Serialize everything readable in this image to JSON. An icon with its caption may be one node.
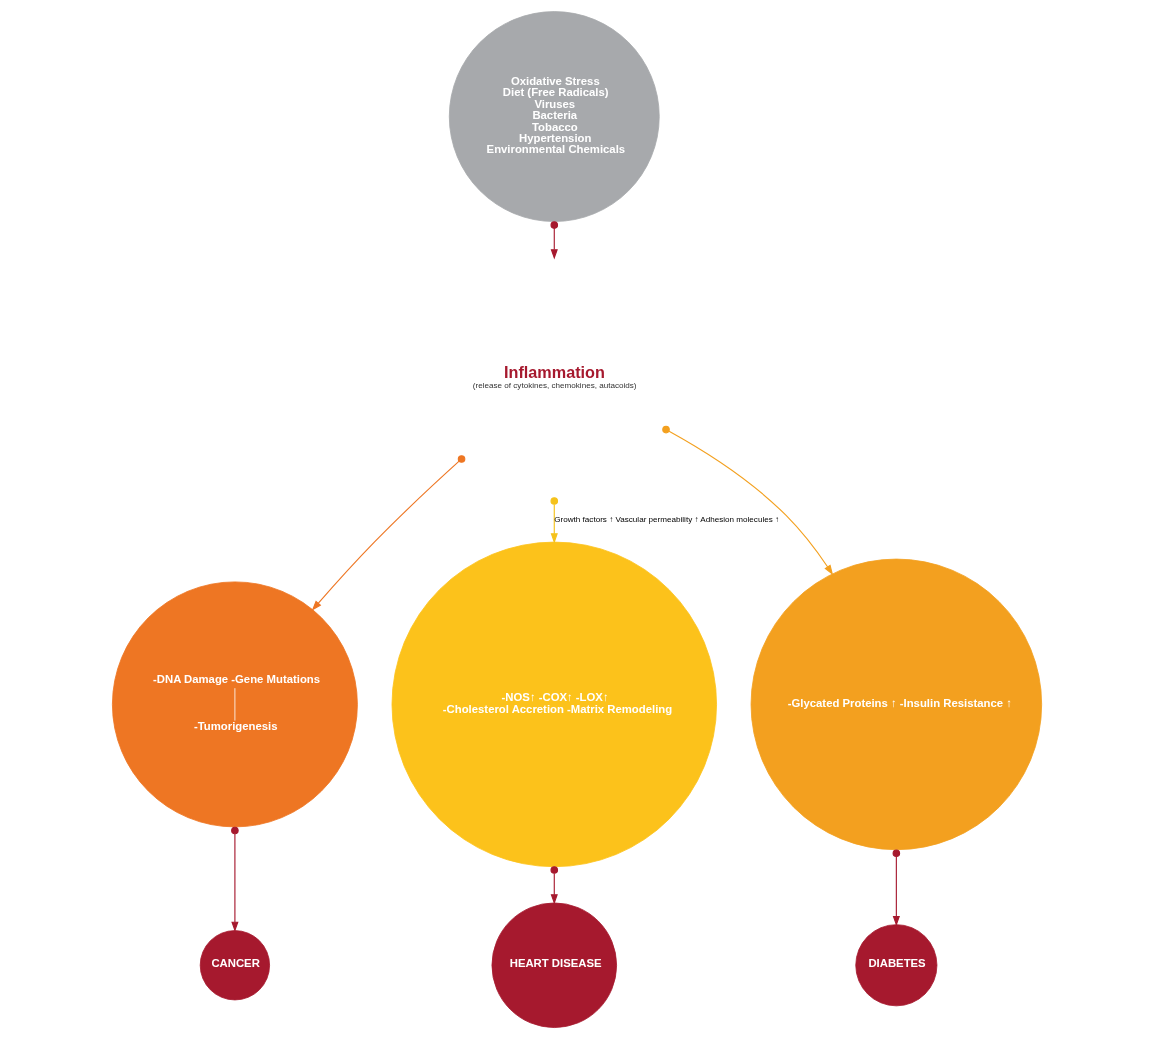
{
  "diagram": {
    "nodes": [
      {
        "text": [
          "Oxidative Stress",
          "Diet (Free Radicals)",
          "Viruses",
          "Bacteria",
          "Tobacco",
          "Hypertension",
          "Environmental Chemicals"
        ]
      },
      {
        "text": [
          "Inflammation",
          "(release of cytokines, chemokines, autacoids)"
        ]
      },
      {
        "text": [
          "-DNA Damage -Gene Mutations",
          "-Tumorigenesis"
        ]
      },
      {
        "text": [
          "-NOS↑ -COX↑ -LOX↑",
          "-Cholesterol Accretion -Matrix Remodeling"
        ]
      },
      {
        "text": [
          "-Glycated Proteins ↑ -Insulin Resistance ↑"
        ]
      },
      {
        "text": [
          "CANCER"
        ]
      },
      {
        "text": [
          "HEART DISEASE"
        ]
      },
      {
        "text": [
          "DIABETES"
        ]
      }
    ],
    "edges": [
      {
        "from": 0,
        "to": 1,
        "arrow": "to",
        "color": "#a6192e"
      },
      {
        "from": 1,
        "to": 2,
        "arrow": "to",
        "color": "#ee7623"
      },
      {
        "from": 1,
        "to": 3,
        "arrow": "to",
        "color": "#f5c21b",
        "label": "Growth factors ↑ Vascular permeability ↑ Adhesion molecules ↑"
      },
      {
        "from": 1,
        "to": 4,
        "arrow": "to",
        "color": "#f3a01f"
      },
      {
        "from": 2,
        "to": 5,
        "arrow": "to",
        "color": "#a6192e"
      },
      {
        "from": 3,
        "to": 6,
        "arrow": "to",
        "color": "#a6192e"
      },
      {
        "from": 4,
        "to": 7,
        "arrow": "to",
        "color": "#a6192e"
      }
    ]
  }
}
